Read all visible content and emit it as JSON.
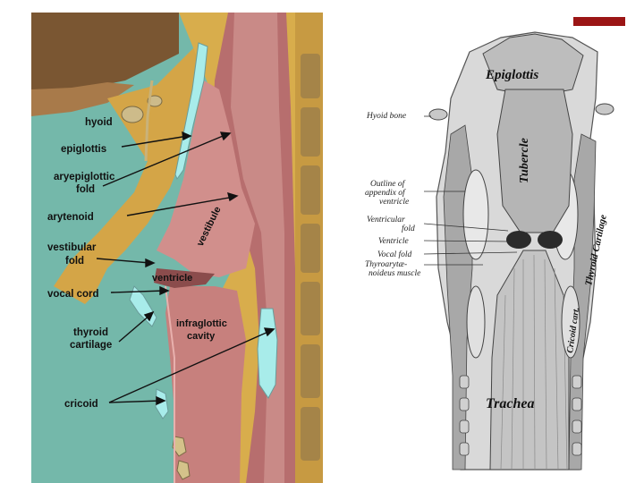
{
  "slide": {
    "accent_color": "#9b1515"
  },
  "left_figure": {
    "labels": {
      "hyoid": "hyoid",
      "epiglottis": "epiglottis",
      "aryepiglottic_1": "aryepiglottic",
      "aryepiglottic_2": "fold",
      "arytenoid": "arytenoid",
      "vestibular_1": "vestibular",
      "vestibular_2": "fold",
      "vocal_cord": "vocal cord",
      "thyroid_1": "thyroid",
      "thyroid_2": "cartilage",
      "cricoid": "cricoid",
      "vestibule": "vestibule",
      "ventricle": "ventricle",
      "infraglottic_1": "infraglottic",
      "infraglottic_2": "cavity"
    }
  },
  "right_figure": {
    "labels": {
      "epiglottis": "Epiglottis",
      "tubercle": "Tubercle",
      "hyoid_bone": "Hyoid bone",
      "outline_1": "Outline of",
      "outline_2": "appendix of",
      "outline_3": "ventricle",
      "ventricular_1": "Ventricular",
      "ventricular_2": "fold",
      "ventricle": "Ventricle",
      "vocal_fold": "Vocal fold",
      "thyroary_1": "Thyroarytæ-",
      "thyroary_2": "noideus muscle",
      "thyroid_cartilage": "Thyroid Cartilage",
      "cricoid_cart": "Cricoid cart.",
      "trachea": "Trachea"
    }
  }
}
